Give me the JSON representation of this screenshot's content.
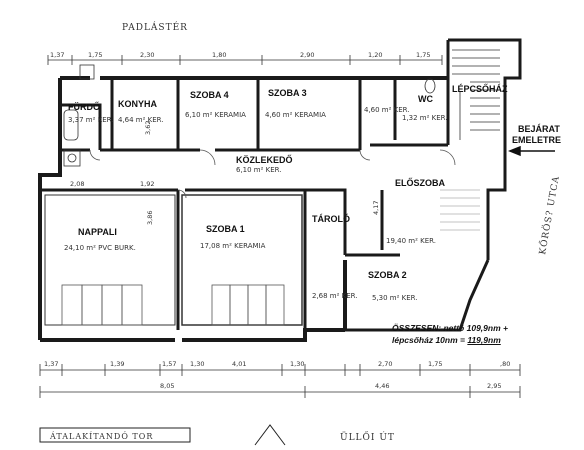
{
  "street_top": "PADLÁSTÉR",
  "street_bottom": "ÜLLŐI ÚT",
  "street_right": "KŐRÖS? UTCA",
  "rooms": {
    "konyha": "KONYHA",
    "furdo": "FÜRDŐ",
    "szoba4": "SZOBA 4",
    "szoba3": "SZOBA 3",
    "wc": "WC",
    "lepcsohaz": "LÉPCSŐHÁZ",
    "nappali": "NAPPALI",
    "szoba1": "SZOBA 1",
    "tarolo": "TÁROLÓ",
    "eloszoba": "ELŐSZOBA",
    "szoba2": "SZOBA 2",
    "kozlekedo": "KÖZLEKEDŐ"
  },
  "entrance": [
    "BEJÁRAT",
    "EMELETRE"
  ],
  "areas": {
    "konyha": "4,64 m² KER.",
    "furdo": "3,37 m² KER.",
    "szoba4": "6,10 m² KERAMIA",
    "szoba3": "4,60 m² KERAMIA",
    "kamra": "4,60 m² KER.",
    "wc": "1,32 m² KER.",
    "kozlekedo": "6,10 m² KER.",
    "nappali": "24,10 m² PVC BURK.",
    "szoba1": "17,08 m² KERAMIA",
    "tarolo": "2,68 m² KER.",
    "eloszoba": "19,40 m² KER.",
    "szoba2": "5,30 m² KER."
  },
  "dims_top": [
    "1,37",
    "1,75",
    "2,30",
    "1,80",
    "2,90",
    "1,20",
    "1,75"
  ],
  "dims_mid": [
    "2,08",
    "1,92",
    "3,62",
    "4,17",
    "3,86"
  ],
  "dims_bottom_1": [
    "1,37",
    "1,39",
    "1,57",
    "1,30",
    "4,01",
    "1,30",
    "1,75",
    ",80",
    "2,70"
  ],
  "dims_bottom_2": [
    "8,05",
    "4,46",
    "2,95"
  ],
  "title_box": "ÁTALAKÍTANDÓ TOR",
  "summary": {
    "line1": "ÖSSZESEN: nettó 109,9nm +",
    "line2_prefix": "lépcsőház 10nm = ",
    "line2_total": "119,9nm"
  },
  "colors": {
    "ink": "#1a1a1a",
    "paper": "#ffffff"
  }
}
